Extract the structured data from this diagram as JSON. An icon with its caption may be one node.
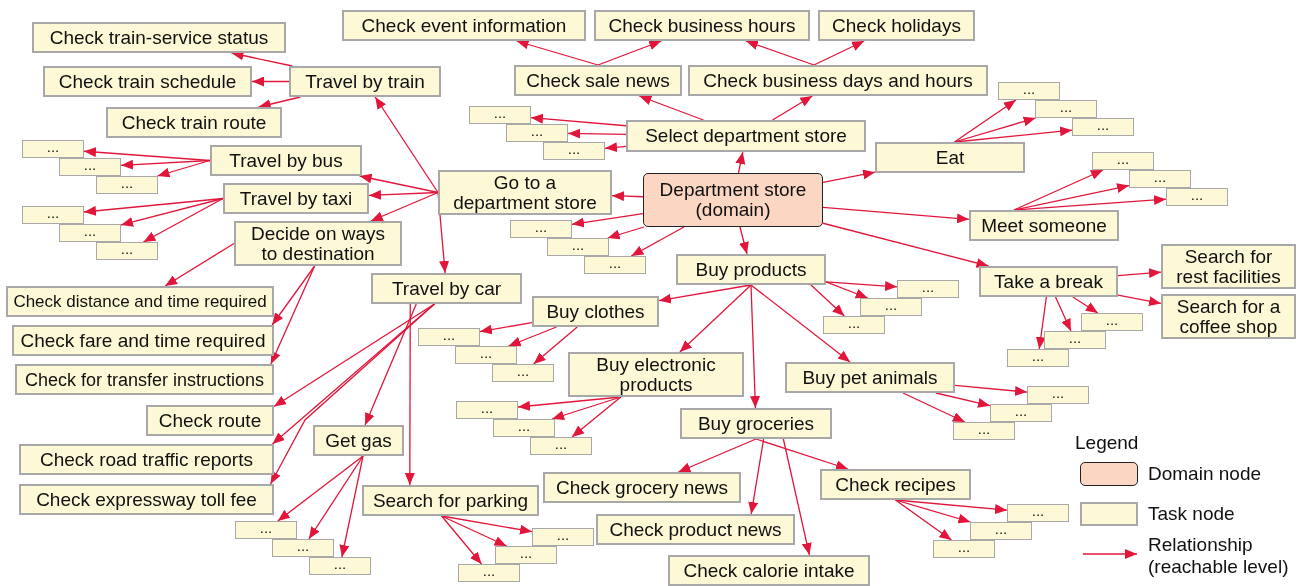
{
  "diagram": {
    "nodes": [
      {
        "text": [
          "Department store (domain)"
        ]
      },
      {
        "text": [
          "Select department store"
        ]
      },
      {
        "text": [
          "Check sale news"
        ]
      },
      {
        "text": [
          "Check business days and hours"
        ]
      },
      {
        "text": [
          "Check event information"
        ]
      },
      {
        "text": [
          "Check business hours"
        ]
      },
      {
        "text": [
          "Check holidays"
        ]
      },
      {
        "text": [
          "Go to a department store"
        ]
      },
      {
        "text": [
          "Travel by train"
        ]
      },
      {
        "text": [
          "Check train-service status"
        ]
      },
      {
        "text": [
          "Check train schedule"
        ]
      },
      {
        "text": [
          "Check train route"
        ]
      },
      {
        "text": [
          "Travel by bus"
        ]
      },
      {
        "text": [
          "Travel by taxi"
        ]
      },
      {
        "text": [
          "Decide on ways to destination"
        ]
      },
      {
        "text": [
          "Travel by car"
        ]
      },
      {
        "text": [
          "Check distance and time required"
        ]
      },
      {
        "text": [
          "Check fare and time required"
        ]
      },
      {
        "text": [
          "Check for transfer instructions"
        ]
      },
      {
        "text": [
          "Check route"
        ]
      },
      {
        "text": [
          "Check road traffic reports"
        ]
      },
      {
        "text": [
          "Check expressway toll fee"
        ]
      },
      {
        "text": [
          "Get gas"
        ]
      },
      {
        "text": [
          "Search for parking"
        ]
      },
      {
        "text": [
          "Eat"
        ]
      },
      {
        "text": [
          "Meet someone"
        ]
      },
      {
        "text": [
          "Take a break"
        ]
      },
      {
        "text": [
          "Search for rest facilities"
        ]
      },
      {
        "text": [
          "Search for a coffee shop"
        ]
      },
      {
        "text": [
          "Buy products"
        ]
      },
      {
        "text": [
          "Buy clothes"
        ]
      },
      {
        "text": [
          "Buy electronic products"
        ]
      },
      {
        "text": [
          "Buy groceries"
        ]
      },
      {
        "text": [
          "Buy pet animals"
        ]
      },
      {
        "text": [
          "Check grocery news"
        ]
      },
      {
        "text": [
          "Check product news"
        ]
      },
      {
        "text": [
          "Check calorie intake"
        ]
      },
      {
        "text": [
          "Check recipes"
        ]
      },
      {
        "text": [
          "..."
        ]
      },
      {
        "text": [
          "..."
        ]
      },
      {
        "text": [
          "..."
        ]
      },
      {
        "text": [
          "..."
        ]
      },
      {
        "text": [
          "..."
        ]
      },
      {
        "text": [
          "..."
        ]
      },
      {
        "text": [
          "..."
        ]
      },
      {
        "text": [
          "..."
        ]
      },
      {
        "text": [
          "..."
        ]
      },
      {
        "text": [
          "..."
        ]
      },
      {
        "text": [
          "..."
        ]
      },
      {
        "text": [
          "..."
        ]
      },
      {
        "text": [
          "..."
        ]
      },
      {
        "text": [
          "..."
        ]
      },
      {
        "text": [
          "..."
        ]
      },
      {
        "text": [
          "..."
        ]
      },
      {
        "text": [
          "..."
        ]
      },
      {
        "text": [
          "..."
        ]
      },
      {
        "text": [
          "..."
        ]
      },
      {
        "text": [
          "..."
        ]
      },
      {
        "text": [
          "..."
        ]
      },
      {
        "text": [
          "..."
        ]
      },
      {
        "text": [
          "..."
        ]
      },
      {
        "text": [
          "..."
        ]
      },
      {
        "text": [
          "..."
        ]
      },
      {
        "text": [
          "..."
        ]
      },
      {
        "text": [
          "..."
        ]
      },
      {
        "text": [
          "..."
        ]
      },
      {
        "text": [
          "..."
        ]
      },
      {
        "text": [
          "..."
        ]
      },
      {
        "text": [
          "..."
        ]
      },
      {
        "text": [
          "..."
        ]
      },
      {
        "text": [
          "..."
        ]
      },
      {
        "text": [
          "..."
        ]
      },
      {
        "text": [
          "..."
        ]
      },
      {
        "text": [
          "..."
        ]
      },
      {
        "text": [
          "..."
        ]
      },
      {
        "text": [
          "..."
        ]
      },
      {
        "text": [
          "..."
        ]
      },
      {
        "text": [
          "..."
        ]
      },
      {
        "text": [
          "..."
        ]
      },
      {
        "text": [
          "..."
        ]
      }
    ],
    "edges": [
      {
        "from": 0,
        "to": 7,
        "arrow": "to"
      },
      {
        "from": 0,
        "to": 47,
        "arrow": "to"
      },
      {
        "from": 0,
        "to": 48,
        "arrow": "to"
      },
      {
        "from": 0,
        "to": 49,
        "arrow": "to"
      },
      {
        "from": 0,
        "to": 1,
        "arrow": "to"
      },
      {
        "from": 0,
        "to": 24,
        "arrow": "to"
      },
      {
        "from": 0,
        "to": 25,
        "arrow": "to"
      },
      {
        "from": 0,
        "to": 26,
        "arrow": "to"
      },
      {
        "from": 0,
        "to": 29,
        "arrow": "to"
      },
      {
        "from": 1,
        "to": 2,
        "arrow": "to"
      },
      {
        "from": 1,
        "to": 3,
        "arrow": "to"
      },
      {
        "from": 1,
        "to": 38,
        "arrow": "to"
      },
      {
        "from": 1,
        "to": 39,
        "arrow": "to"
      },
      {
        "from": 1,
        "to": 40,
        "arrow": "to"
      },
      {
        "from": 2,
        "to": 4,
        "arrow": "to"
      },
      {
        "from": 2,
        "to": 5,
        "arrow": "to"
      },
      {
        "from": 3,
        "to": 5,
        "arrow": "to"
      },
      {
        "from": 3,
        "to": 6,
        "arrow": "to"
      },
      {
        "from": 7,
        "to": 8,
        "arrow": "to"
      },
      {
        "from": 7,
        "to": 12,
        "arrow": "to"
      },
      {
        "from": 7,
        "to": 13,
        "arrow": "to"
      },
      {
        "from": 7,
        "to": 14,
        "arrow": "to"
      },
      {
        "from": 7,
        "to": 15,
        "arrow": "to"
      },
      {
        "from": 8,
        "to": 9,
        "arrow": "to"
      },
      {
        "from": 8,
        "to": 10,
        "arrow": "to"
      },
      {
        "from": 8,
        "to": 11,
        "arrow": "to"
      },
      {
        "from": 12,
        "to": 41,
        "arrow": "to"
      },
      {
        "from": 12,
        "to": 42,
        "arrow": "to"
      },
      {
        "from": 12,
        "to": 43,
        "arrow": "to"
      },
      {
        "from": 13,
        "to": 44,
        "arrow": "to"
      },
      {
        "from": 13,
        "to": 45,
        "arrow": "to"
      },
      {
        "from": 13,
        "to": 46,
        "arrow": "to"
      },
      {
        "from": 14,
        "to": 16,
        "arrow": "to"
      },
      {
        "from": 14,
        "to": 17,
        "arrow": "to"
      },
      {
        "from": 14,
        "to": 18,
        "arrow": "to"
      },
      {
        "from": 15,
        "to": 19,
        "arrow": "to"
      },
      {
        "from": 15,
        "to": 20,
        "arrow": "to"
      },
      {
        "from": 15,
        "to": 21,
        "arrow": "to"
      },
      {
        "from": 15,
        "to": 22,
        "arrow": "to"
      },
      {
        "from": 15,
        "to": 23,
        "arrow": "to"
      },
      {
        "from": 22,
        "to": 74,
        "arrow": "to"
      },
      {
        "from": 22,
        "to": 75,
        "arrow": "to"
      },
      {
        "from": 22,
        "to": 76,
        "arrow": "to"
      },
      {
        "from": 23,
        "to": 77,
        "arrow": "to"
      },
      {
        "from": 23,
        "to": 78,
        "arrow": "to"
      },
      {
        "from": 23,
        "to": 79,
        "arrow": "to"
      },
      {
        "from": 24,
        "to": 50,
        "arrow": "to"
      },
      {
        "from": 24,
        "to": 51,
        "arrow": "to"
      },
      {
        "from": 24,
        "to": 52,
        "arrow": "to"
      },
      {
        "from": 25,
        "to": 53,
        "arrow": "to"
      },
      {
        "from": 25,
        "to": 54,
        "arrow": "to"
      },
      {
        "from": 25,
        "to": 55,
        "arrow": "to"
      },
      {
        "from": 26,
        "to": 27,
        "arrow": "to"
      },
      {
        "from": 26,
        "to": 28,
        "arrow": "to"
      },
      {
        "from": 26,
        "to": 59,
        "arrow": "to"
      },
      {
        "from": 26,
        "to": 60,
        "arrow": "to"
      },
      {
        "from": 26,
        "to": 61,
        "arrow": "to"
      },
      {
        "from": 29,
        "to": 30,
        "arrow": "to"
      },
      {
        "from": 29,
        "to": 31,
        "arrow": "to"
      },
      {
        "from": 29,
        "to": 32,
        "arrow": "to"
      },
      {
        "from": 29,
        "to": 33,
        "arrow": "to"
      },
      {
        "from": 29,
        "to": 56,
        "arrow": "to"
      },
      {
        "from": 29,
        "to": 57,
        "arrow": "to"
      },
      {
        "from": 29,
        "to": 58,
        "arrow": "to"
      },
      {
        "from": 30,
        "to": 62,
        "arrow": "to"
      },
      {
        "from": 30,
        "to": 63,
        "arrow": "to"
      },
      {
        "from": 30,
        "to": 64,
        "arrow": "to"
      },
      {
        "from": 31,
        "to": 65,
        "arrow": "to"
      },
      {
        "from": 31,
        "to": 66,
        "arrow": "to"
      },
      {
        "from": 31,
        "to": 67,
        "arrow": "to"
      },
      {
        "from": 32,
        "to": 34,
        "arrow": "to"
      },
      {
        "from": 32,
        "to": 35,
        "arrow": "to"
      },
      {
        "from": 32,
        "to": 36,
        "arrow": "to"
      },
      {
        "from": 32,
        "to": 37,
        "arrow": "to"
      },
      {
        "from": 33,
        "to": 68,
        "arrow": "to"
      },
      {
        "from": 33,
        "to": 69,
        "arrow": "to"
      },
      {
        "from": 33,
        "to": 70,
        "arrow": "to"
      },
      {
        "from": 37,
        "to": 71,
        "arrow": "to"
      },
      {
        "from": 37,
        "to": 72,
        "arrow": "to"
      },
      {
        "from": 37,
        "to": 73,
        "arrow": "to"
      }
    ],
    "labels": [
      "Legend"
    ],
    "legend": [
      {
        "text": "Domain node",
        "color": "#fbd6c2"
      },
      {
        "text": "Task node",
        "color": "#fdf9d6"
      },
      {
        "text": "Relationship (reachable level)"
      }
    ]
  }
}
